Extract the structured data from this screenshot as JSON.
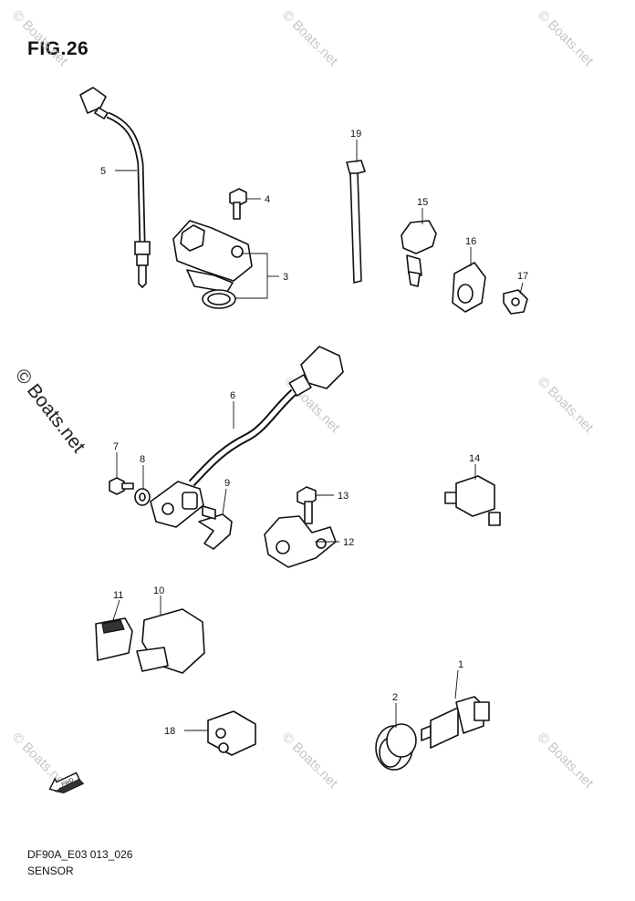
{
  "figure": {
    "title": "FIG.26",
    "code": "DF90A_E03 013_026",
    "name": "SENSOR"
  },
  "watermark": {
    "text": "© Boats.net",
    "prominent_text": "© Boats.net"
  },
  "callouts": [
    "1",
    "2",
    "3",
    "4",
    "5",
    "6",
    "7",
    "8",
    "9",
    "10",
    "11",
    "12",
    "13",
    "14",
    "15",
    "16",
    "17",
    "18",
    "19"
  ],
  "direction_arrow": "FWD"
}
